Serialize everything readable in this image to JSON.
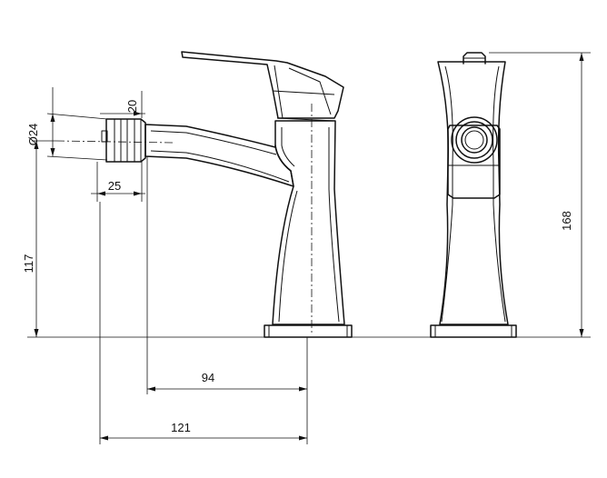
{
  "drawing": {
    "subject": "bidet mixer faucet technical drawing",
    "dimensions": {
      "spray_diameter": "Ø24",
      "spray_depth": "20",
      "spray_offset": "25",
      "outlet_height": "117",
      "total_height": "168",
      "spout_reach": "94",
      "overall_reach": "121"
    }
  }
}
